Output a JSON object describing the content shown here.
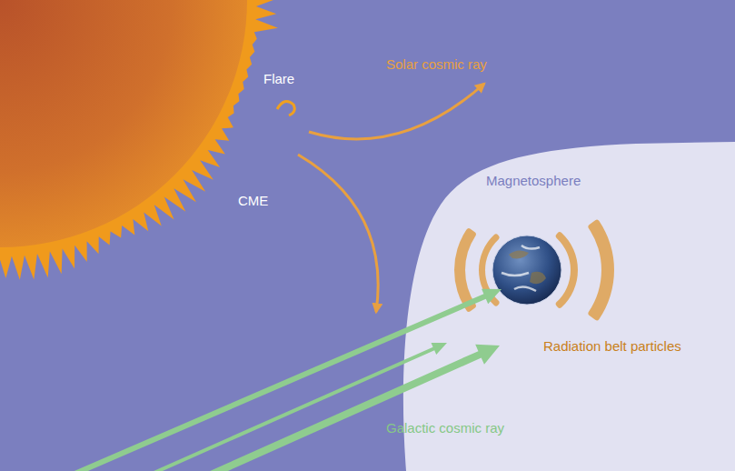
{
  "diagram": {
    "nodes": [
      {
        "text": [
          "Magnetosphere",
          "Radiation belt particles"
        ]
      }
    ],
    "labels": [
      "Flare",
      "Solar cosmic ray",
      "CME",
      "Galactic cosmic ray"
    ]
  }
}
